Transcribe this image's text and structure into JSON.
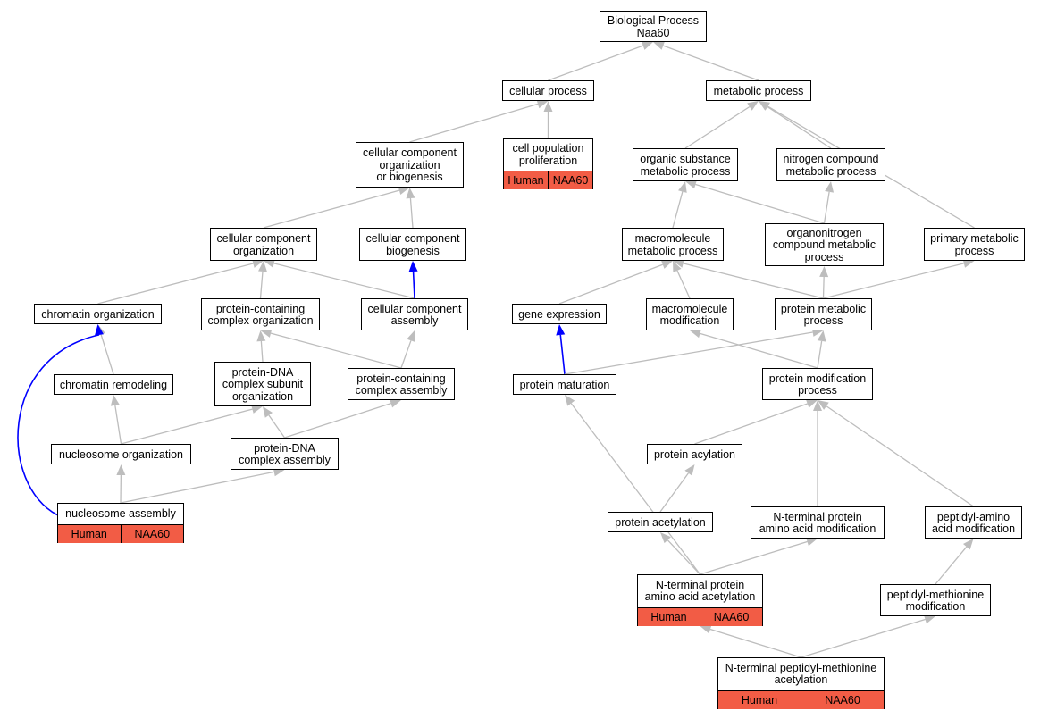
{
  "diagram": {
    "colors": {
      "edge": "#bdbdbd",
      "highlight_edge": "#0000ff",
      "annotation_fill": "#f25c45",
      "node_border": "#000000"
    },
    "annotation": {
      "species": "Human",
      "gene": "NAA60"
    },
    "nodes": [
      {
        "id": "bp",
        "text": "Biological Process\nNaa60"
      },
      {
        "id": "cp",
        "text": "cellular process"
      },
      {
        "id": "mp",
        "text": "metabolic process"
      },
      {
        "id": "ccob",
        "text": "cellular component\norganization\nor biogenesis"
      },
      {
        "id": "cpp",
        "text": "cell population\nproliferation",
        "annotated": true
      },
      {
        "id": "osmp",
        "text": "organic substance\nmetabolic process"
      },
      {
        "id": "ncmp",
        "text": "nitrogen compound\nmetabolic process"
      },
      {
        "id": "cco",
        "text": "cellular component\norganization"
      },
      {
        "id": "ccb",
        "text": "cellular component\nbiogenesis"
      },
      {
        "id": "mmp",
        "text": "macromolecule\nmetabolic process"
      },
      {
        "id": "ocmp",
        "text": "organonitrogen\ncompound metabolic\nprocess"
      },
      {
        "id": "pmp",
        "text": "primary metabolic\nprocess"
      },
      {
        "id": "chro",
        "text": "chromatin organization"
      },
      {
        "id": "pcco",
        "text": "protein-containing\ncomplex organization"
      },
      {
        "id": "cca",
        "text": "cellular component\nassembly"
      },
      {
        "id": "ge",
        "text": "gene expression"
      },
      {
        "id": "mm",
        "text": "macromolecule\nmodification"
      },
      {
        "id": "protmp",
        "text": "protein metabolic\nprocess"
      },
      {
        "id": "chrr",
        "text": "chromatin remodeling"
      },
      {
        "id": "pdna",
        "text": "protein-DNA\ncomplex subunit\norganization"
      },
      {
        "id": "pcca",
        "text": "protein-containing\ncomplex assembly"
      },
      {
        "id": "pm",
        "text": "protein maturation"
      },
      {
        "id": "pmod",
        "text": "protein modification\nprocess"
      },
      {
        "id": "no",
        "text": "nucleosome organization"
      },
      {
        "id": "pdnaa",
        "text": "protein-DNA\ncomplex assembly"
      },
      {
        "id": "pacy",
        "text": "protein acylation"
      },
      {
        "id": "na",
        "text": "nucleosome assembly",
        "annotated": true
      },
      {
        "id": "pace",
        "text": "protein acetylation"
      },
      {
        "id": "ntpaam",
        "text": "N-terminal protein\namino acid modification"
      },
      {
        "id": "paam",
        "text": "peptidyl-amino\nacid modification"
      },
      {
        "id": "ntpaaa",
        "text": "N-terminal protein\namino acid acetylation",
        "annotated": true
      },
      {
        "id": "pmm",
        "text": "peptidyl-methionine\nmodification"
      },
      {
        "id": "ntpma",
        "text": "N-terminal peptidyl-methionine\nacetylation",
        "annotated": true
      }
    ],
    "edges": [
      {
        "from": "cp",
        "to": "bp"
      },
      {
        "from": "mp",
        "to": "bp"
      },
      {
        "from": "ccob",
        "to": "cp"
      },
      {
        "from": "cpp",
        "to": "cp"
      },
      {
        "from": "osmp",
        "to": "mp"
      },
      {
        "from": "ncmp",
        "to": "mp"
      },
      {
        "from": "pmp",
        "to": "mp"
      },
      {
        "from": "cco",
        "to": "ccob"
      },
      {
        "from": "ccb",
        "to": "ccob"
      },
      {
        "from": "mmp",
        "to": "osmp"
      },
      {
        "from": "ocmp",
        "to": "osmp"
      },
      {
        "from": "ocmp",
        "to": "ncmp"
      },
      {
        "from": "chro",
        "to": "cco"
      },
      {
        "from": "pcco",
        "to": "cco"
      },
      {
        "from": "cca",
        "to": "cco"
      },
      {
        "from": "cca",
        "to": "ccb",
        "highlight": true
      },
      {
        "from": "ge",
        "to": "mmp"
      },
      {
        "from": "mm",
        "to": "mmp"
      },
      {
        "from": "protmp",
        "to": "mmp"
      },
      {
        "from": "protmp",
        "to": "ocmp"
      },
      {
        "from": "protmp",
        "to": "pmp"
      },
      {
        "from": "chrr",
        "to": "chro"
      },
      {
        "from": "na",
        "to": "chro",
        "highlight": true
      },
      {
        "from": "pdna",
        "to": "pcco"
      },
      {
        "from": "pcca",
        "to": "pcco"
      },
      {
        "from": "pcca",
        "to": "cca"
      },
      {
        "from": "pm",
        "to": "ge",
        "highlight": true
      },
      {
        "from": "pm",
        "to": "protmp"
      },
      {
        "from": "pmod",
        "to": "mm"
      },
      {
        "from": "pmod",
        "to": "protmp"
      },
      {
        "from": "no",
        "to": "chrr"
      },
      {
        "from": "no",
        "to": "pdna"
      },
      {
        "from": "pdnaa",
        "to": "pdna"
      },
      {
        "from": "pdnaa",
        "to": "pcca"
      },
      {
        "from": "pacy",
        "to": "pmod"
      },
      {
        "from": "ntpaam",
        "to": "pmod"
      },
      {
        "from": "paam",
        "to": "pmod"
      },
      {
        "from": "na",
        "to": "no"
      },
      {
        "from": "na",
        "to": "pdnaa"
      },
      {
        "from": "pace",
        "to": "pacy"
      },
      {
        "from": "ntpaaa",
        "to": "pace"
      },
      {
        "from": "ntpaaa",
        "to": "ntpaam"
      },
      {
        "from": "ntpaaa",
        "to": "pm"
      },
      {
        "from": "pmm",
        "to": "paam"
      },
      {
        "from": "ntpma",
        "to": "ntpaaa"
      },
      {
        "from": "ntpma",
        "to": "pmm"
      }
    ]
  }
}
